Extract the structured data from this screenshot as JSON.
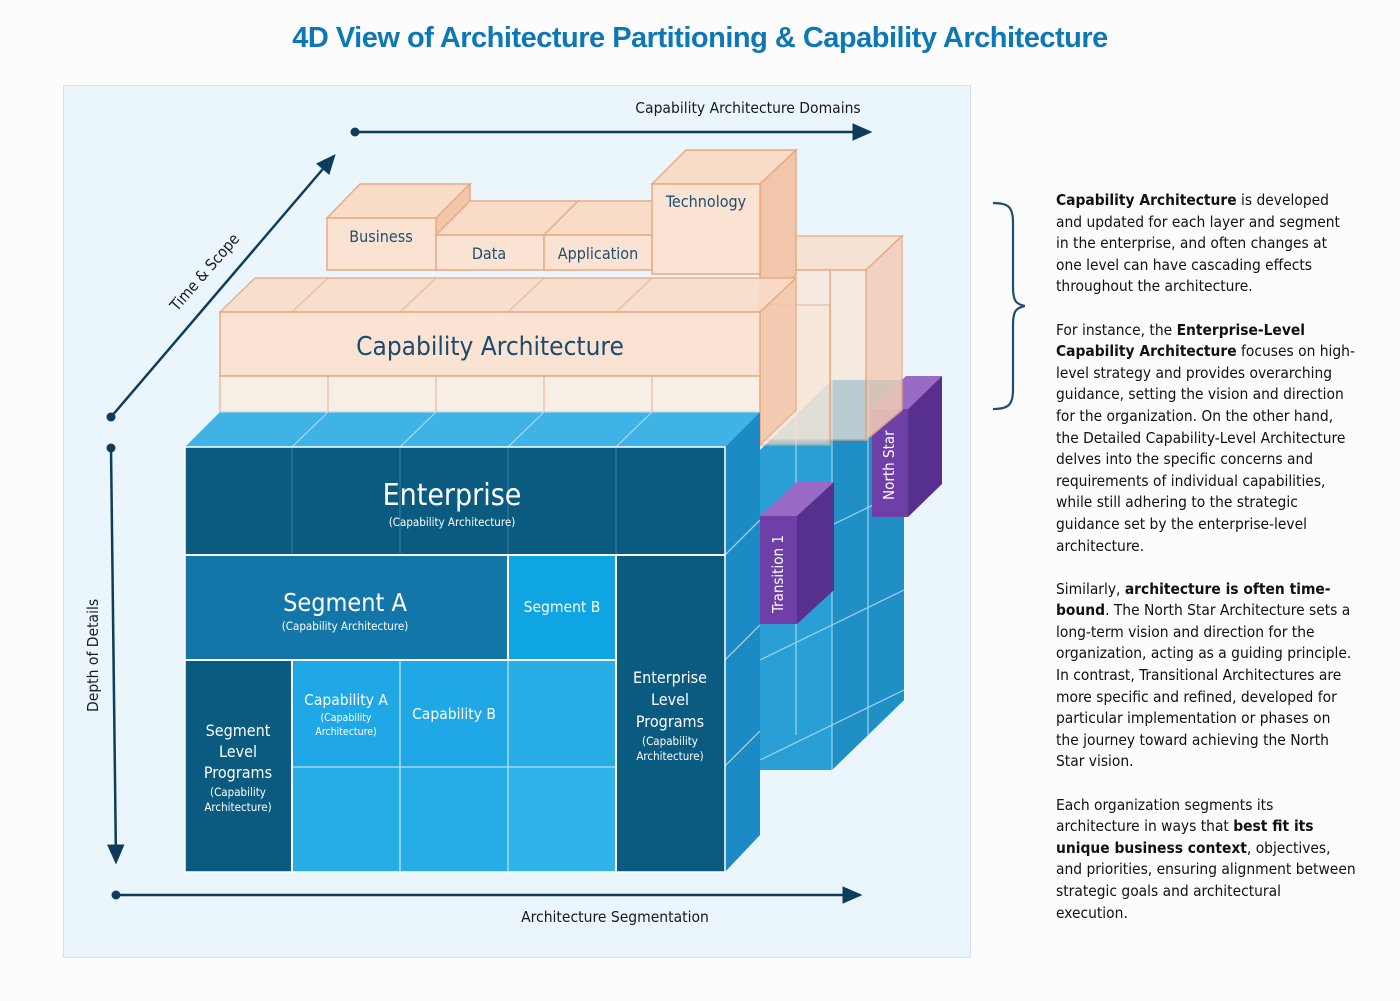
{
  "title": "4D View of Architecture Partitioning & Capability Architecture",
  "axes": {
    "top": "Capability Architecture Domains",
    "diagonal": "Time & Scope",
    "left": "Depth of Details",
    "bottom": "Architecture Segmentation"
  },
  "domains": {
    "business": "Business",
    "data": "Data",
    "application": "Application",
    "technology": "Technology"
  },
  "capability_layer": "Capability Architecture",
  "enterprise": {
    "title": "Enterprise",
    "subtitle": "(Capability Architecture)"
  },
  "segment_a": {
    "title": "Segment A",
    "subtitle": "(Capability Architecture)"
  },
  "segment_b": "Segment B",
  "capability_a": {
    "title": "Capability A",
    "sub1": "(Capability",
    "sub2": "Architecture)"
  },
  "capability_b": "Capability B",
  "segment_level": {
    "l1": "Segment",
    "l2": "Level",
    "l3": "Programs",
    "s1": "(Capability",
    "s2": "Architecture)"
  },
  "enterprise_level": {
    "l1": "Enterprise",
    "l2": "Level",
    "l3": "Programs",
    "s1": "(Capability",
    "s2": "Architecture)"
  },
  "transition": "Transition 1",
  "north_star": "North Star",
  "text": {
    "p1_b": "Capability Architecture",
    "p1_r": " is developed and updated for each layer and segment in the enterprise, and often changes at one level can have cascading effects throughout the architecture.",
    "p2_a": "For instance, the ",
    "p2_b": "Enterprise-Level Capability Architecture",
    "p2_c": " focuses on high-level strategy and provides overarching guidance, setting the vision and direction for the organization. On the other hand, the Detailed Capability-Level Architecture delves into the specific concerns and requirements of individual capabilities, while still adhering to the strategic guidance set by the enterprise-level architecture.",
    "p3_a": "Similarly, ",
    "p3_b": "architecture is often time-bound",
    "p3_c": ".  The North Star Architecture sets a long-term vision and direction for the organization, acting as a guiding principle. In contrast, Transitional Architectures are more specific and refined, developed for particular implementation or phases on the journey toward achieving the North Star vision.",
    "p4_a": "Each organization segments its architecture in ways that ",
    "p4_b": "best fit its unique business context",
    "p4_c": ", objectives, and priorities, ensuring alignment between strategic goals and architectural execution."
  }
}
